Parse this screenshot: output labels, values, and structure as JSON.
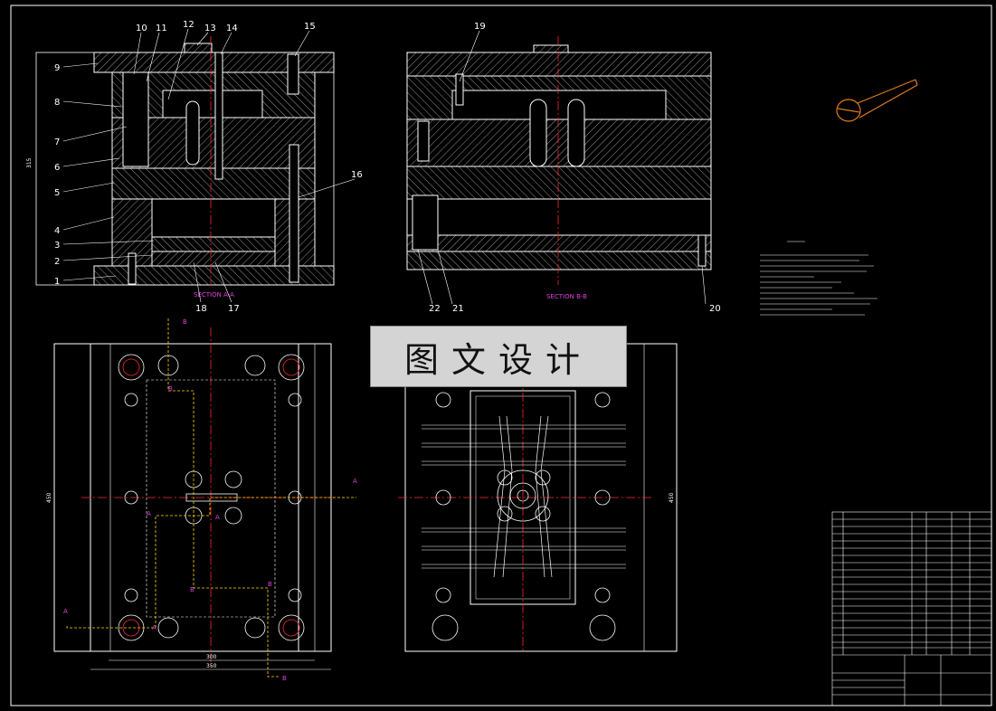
{
  "section_a_label": "SECTION A-A",
  "section_b_label": "SECTION B-B",
  "part_numbers": [
    "1",
    "2",
    "3",
    "4",
    "5",
    "6",
    "7",
    "8",
    "9",
    "10",
    "11",
    "12",
    "13",
    "14",
    "15",
    "16",
    "17",
    "18",
    "19",
    "20",
    "21",
    "22"
  ],
  "dimensions": {
    "height_left": "315",
    "width_inner": "300",
    "width_outer": "350",
    "height_plate_left": "450",
    "height_plate_right": "450"
  },
  "cut_markers": {
    "a": "A",
    "b": "B"
  },
  "watermark": "图文设计",
  "colors": {
    "background": "#000000",
    "lines": "#ffffff",
    "hatch": "#cfcfcf",
    "centerline": "#ff2a2a",
    "section_text": "#e040e0",
    "marker": "#ffd700",
    "cyan": "#35d0ff",
    "part": "#e07a20"
  }
}
